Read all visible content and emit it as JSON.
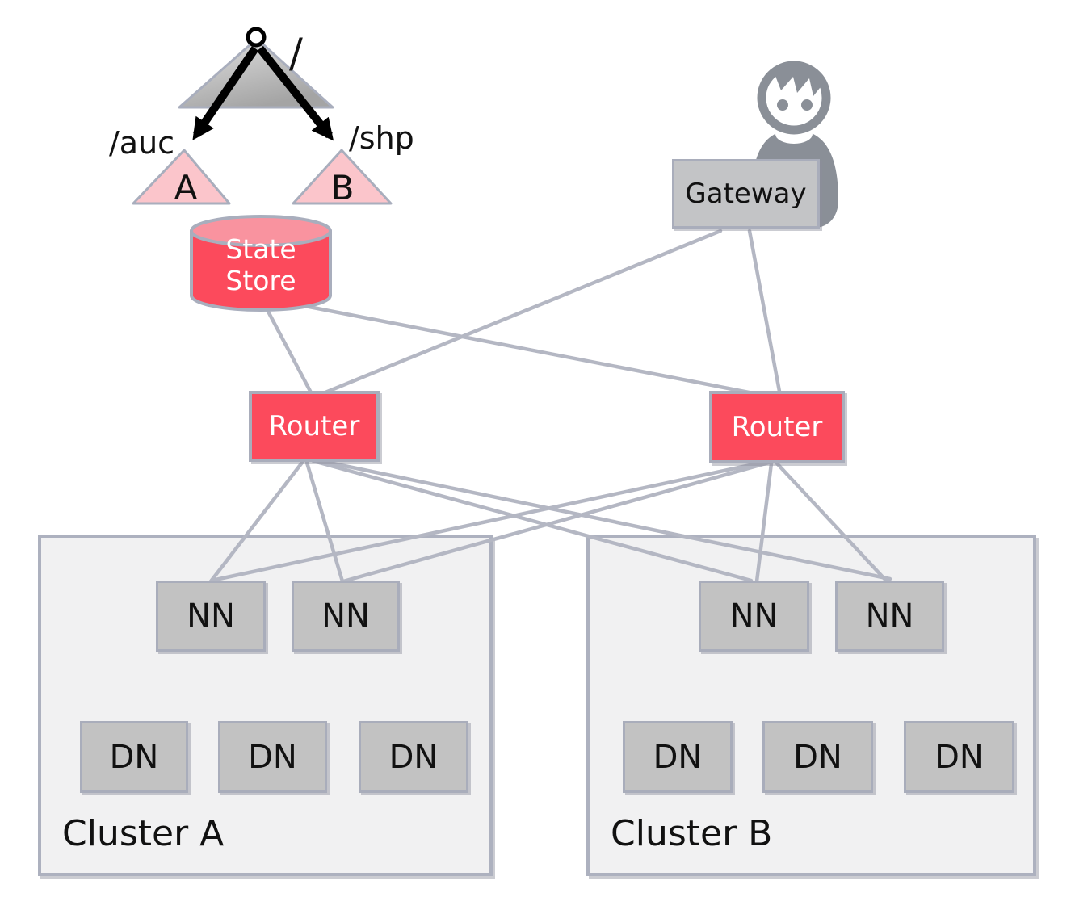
{
  "diagram": {
    "mount_tree": {
      "root_label": "/",
      "left_mount_label": "/auc",
      "right_mount_label": "/shp",
      "left_subtree_label": "A",
      "right_subtree_label": "B"
    },
    "state_store": {
      "label_line1": "State",
      "label_line2": "Store"
    },
    "gateway": {
      "label": "Gateway"
    },
    "routers": {
      "left": "Router",
      "right": "Router"
    },
    "clusters": {
      "a": {
        "label": "Cluster A",
        "namenodes": [
          "NN",
          "NN"
        ],
        "datanodes": [
          "DN",
          "DN",
          "DN"
        ]
      },
      "b": {
        "label": "Cluster B",
        "namenodes": [
          "NN",
          "NN"
        ],
        "datanodes": [
          "DN",
          "DN",
          "DN"
        ]
      }
    },
    "colors": {
      "accent_red": "#fc4a5c",
      "accent_pink": "#fbc5cb",
      "cylinder_top_pink": "#f9939f",
      "node_gray": "#c2c2c2",
      "cluster_bg": "#f1f1f2",
      "border_gray": "#a9adbb",
      "connector_gray": "#b4b7c3",
      "person_gray": "#8a8f97"
    }
  }
}
